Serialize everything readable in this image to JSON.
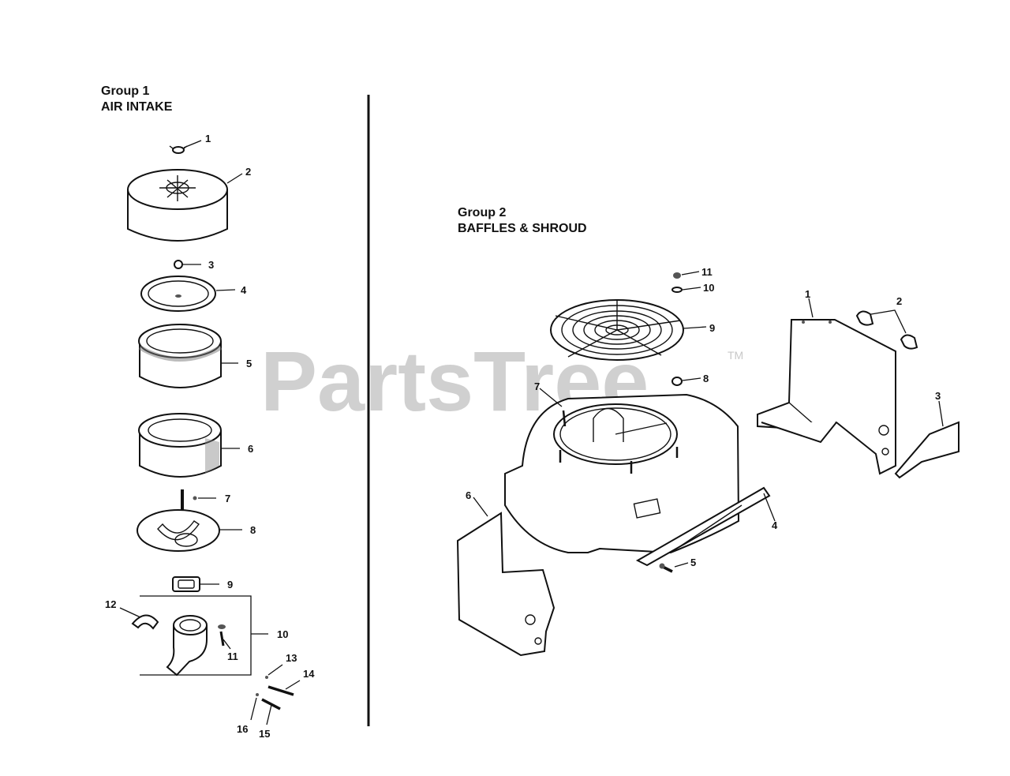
{
  "watermark": {
    "text": "PartsTree",
    "tm": "TM"
  },
  "group1": {
    "group_label": "Group 1",
    "name": "AIR INTAKE",
    "callouts": [
      "1",
      "2",
      "3",
      "4",
      "5",
      "6",
      "7",
      "8",
      "9",
      "10",
      "11",
      "12",
      "13",
      "14",
      "15",
      "16"
    ]
  },
  "group2": {
    "group_label": "Group 2",
    "name": "BAFFLES & SHROUD",
    "callouts": [
      "1",
      "2",
      "3",
      "4",
      "5",
      "6",
      "7",
      "8",
      "9",
      "10",
      "11"
    ]
  },
  "colors": {
    "ink": "#111111",
    "watermark": "#c8c8c8",
    "background": "#ffffff"
  }
}
